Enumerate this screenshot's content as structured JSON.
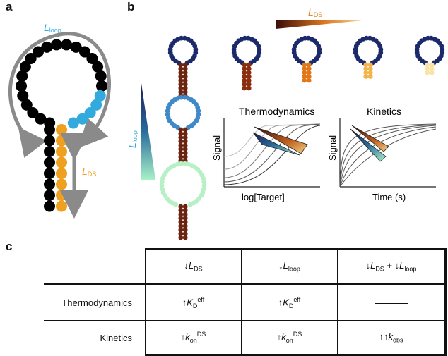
{
  "panel_labels": {
    "a": "a",
    "b": "b",
    "c": "c"
  },
  "panel_a": {
    "loop_label_main": "L",
    "loop_label_sub": "loop",
    "ds_label_main": "L",
    "ds_label_sub": "DS"
  },
  "panel_b": {
    "lds_gradient_label_main": "L",
    "lds_gradient_label_sub": "DS",
    "lloop_gradient_label_main": "L",
    "lloop_gradient_label_sub": "loop",
    "thermo_title": "Thermodynamics",
    "thermo_ylabel": "Signal",
    "thermo_xlabel": "log[Target]",
    "kinetics_title": "Kinetics",
    "kinetics_ylabel": "Signal",
    "kinetics_xlabel": "Time (s)"
  },
  "table": {
    "headers": [
      "↓L_DS",
      "↓L_loop",
      "↓L_DS + ↓L_loop"
    ],
    "rows": [
      {
        "label": "Thermodynamics",
        "c1": "↑K_D^eff",
        "c2": "↑K_D^eff",
        "c3": "———"
      },
      {
        "label": "Kinetics",
        "c1": "↑k_on^DS",
        "c2": "↑k_on^DS",
        "c3": "↑↑k_obs"
      }
    ]
  },
  "colors": {
    "loop_blue": "#33aadd",
    "ds_orange": "#f0a020",
    "arrow_gray": "#8a8a8a",
    "navy": "#1c2a6b",
    "brown": "#6b2410"
  }
}
